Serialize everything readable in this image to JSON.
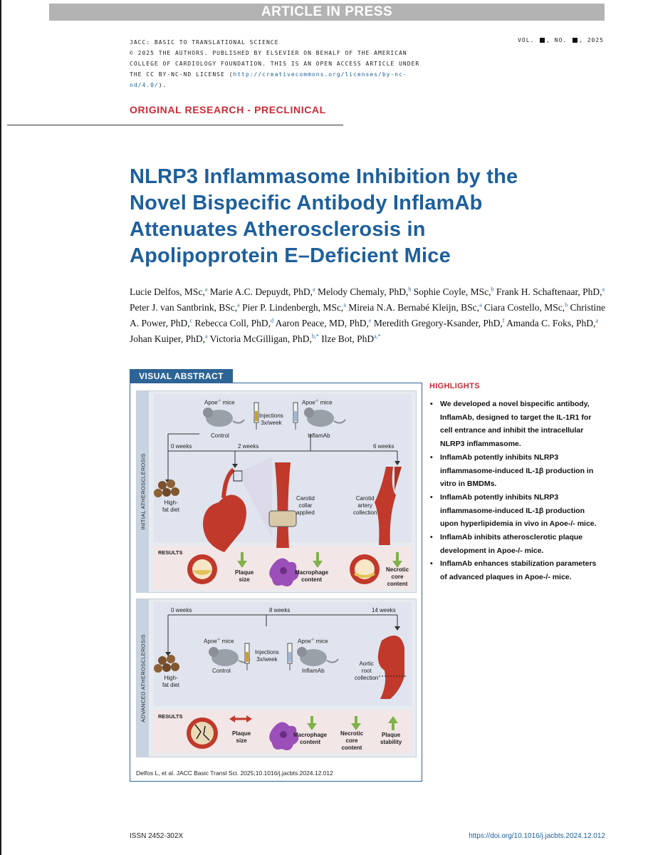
{
  "banner": "ARTICLE IN PRESS",
  "header": {
    "journal": "JACC: BASIC TO TRANSLATIONAL SCIENCE",
    "vol": "VOL.",
    "no": ", NO.",
    "year": ", 2025",
    "license_l1": "© 2025 THE AUTHORS. PUBLISHED BY ELSEVIER ON BEHALF OF THE AMERICAN",
    "license_l2": "COLLEGE OF CARDIOLOGY FOUNDATION. THIS IS AN OPEN ACCESS ARTICLE UNDER",
    "license_l3a": "THE CC BY-NC-ND LICENSE (",
    "license_link": "http://creativecommons.org/licenses/by-nc-nd/4.0/",
    "license_l3b": ")."
  },
  "section": "ORIGINAL RESEARCH - PRECLINICAL",
  "title": "NLRP3 Inflammasome Inhibition by the Novel Bispecific Antibody InflamAb Attenuates Atherosclerosis in Apolipoprotein E–Deficient Mice",
  "authors": [
    {
      "name": "Lucie Delfos, MSc,",
      "aff": "a"
    },
    {
      "name": "Marie A.C. Depuydt, PhD,",
      "aff": "a"
    },
    {
      "name": "Melody Chemaly, PhD,",
      "aff": "b"
    },
    {
      "name": "Sophie Coyle, MSc,",
      "aff": "b"
    },
    {
      "name": "Frank H. Schaftenaar, PhD,",
      "aff": "a"
    },
    {
      "name": "Peter J. van Santbrink, BSc,",
      "aff": "a"
    },
    {
      "name": "Pier P. Lindenbergh, MSc,",
      "aff": "a"
    },
    {
      "name": "Mireia N.A. Bernabé Kleijn, BSc,",
      "aff": "a"
    },
    {
      "name": "Ciara Costello, MSc,",
      "aff": "b"
    },
    {
      "name": "Christine A. Power, PhD,",
      "aff": "c"
    },
    {
      "name": "Rebecca Coll, PhD,",
      "aff": "d"
    },
    {
      "name": "Aaron Peace, MD, PhD,",
      "aff": "e"
    },
    {
      "name": "Meredith Gregory-Ksander, PhD,",
      "aff": "f"
    },
    {
      "name": "Amanda C. Foks, PhD,",
      "aff": "a"
    },
    {
      "name": "Johan Kuiper, PhD,",
      "aff": "a"
    },
    {
      "name": "Victoria McGilligan, PhD,",
      "aff": "b,*"
    },
    {
      "name": "Ilze Bot, PhD",
      "aff": "a,*"
    }
  ],
  "visual_abstract": {
    "tab": "VISUAL ABSTRACT",
    "panel1": {
      "side": "INITIAL ATHEROSCLEROSIS",
      "mice_label": "Apoe",
      "mice_sup": "-/-",
      "mice_suffix": " mice",
      "control": "Control",
      "injections": "Injections\n3x/week",
      "inflamab": "InflamAb",
      "t0": "0 weeks",
      "t1": "2 weeks",
      "t2": "6 weeks",
      "diet": "High-\nfat diet",
      "collar": "Carotid\ncollar\napplied",
      "collection": "Carotid\nartery\ncollection",
      "results": "RESULTS",
      "r1": "Plaque\nsize",
      "r2": "Macrophage\ncontent",
      "r3": "Necrotic\ncore\ncontent"
    },
    "panel2": {
      "side": "ADVANCED ATHEROSCLEROSIS",
      "t0": "0 weeks",
      "t1": "8 weeks",
      "t2": "14 weeks",
      "diet": "High-\nfat diet",
      "control": "Control",
      "injections": "Injections\n3x/week",
      "inflamab": "InflamAb",
      "collection": "Aortic\nroot\ncollection",
      "results": "RESULTS",
      "r1": "Plaque\nsize",
      "r2": "Macrophage\ncontent",
      "r3": "Necrotic\ncore\ncontent",
      "r4": "Plaque\nstability"
    },
    "citation": "Delfos L, et al. JACC Basic Transl Sci. 2025;10.1016/j.jacbts.2024.12.012"
  },
  "highlights": {
    "title": "HIGHLIGHTS",
    "items": [
      "We developed a novel bispecific antibody, InflamAb, designed to target the IL-1R1 for cell entrance and inhibit the intracellular NLRP3 inflammasome.",
      "InflamAb potently inhibits NLRP3 inflammasome-induced IL-1β production in vitro in BMDMs.",
      "InflamAb potently inhibits NLRP3 inflammasome-induced IL-1β production upon hyperlipidemia in vivo in Apoe-/- mice.",
      "InflamAb inhibits atherosclerotic plaque development in Apoe-/- mice.",
      "InflamAb enhances stabilization parameters of advanced plaques in Apoe-/- mice."
    ]
  },
  "footer": {
    "issn": "ISSN 2452-302X",
    "doi": "https://doi.org/10.1016/j.jacbts.2024.12.012"
  },
  "colors": {
    "accent_red": "#cc2b36",
    "title_blue": "#1d5f9c",
    "va_blue": "#2d6496"
  }
}
